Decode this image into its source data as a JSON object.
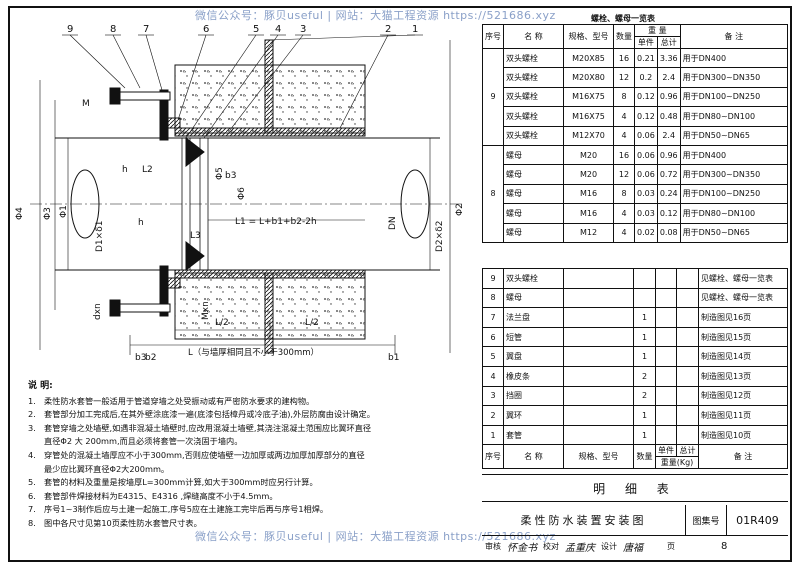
{
  "watermarks": {
    "top": "微信公众号：豚贝useful  |  网站：大猫工程资源  https://521686.xyz",
    "bottom": "微信公众号：豚贝useful  |  网站：大猫工程资源  https://521686.xyz"
  },
  "drawing": {
    "callouts": [
      "9",
      "8",
      "7",
      "6",
      "5",
      "4",
      "3",
      "2",
      "1"
    ],
    "labels": {
      "phi4": "Φ4",
      "phi3": "Φ3",
      "phi1": "Φ1",
      "phi2": "Φ2",
      "phi5": "Φ5",
      "phi6": "Φ6",
      "h": "h",
      "L2": "L2",
      "L3": "L3",
      "b3": "b3",
      "b2": "b2",
      "b1": "b1",
      "M": "M",
      "dxn": "dxn",
      "Mxn": "Mxn",
      "DN": "DN",
      "D1": "D1×δ1",
      "D2": "D2×δ2",
      "formula": "L1 = L+b1+b2-2h",
      "half_left": "L/2",
      "half_right": "L/2",
      "L_note": "L（与墙厚相同且不小于300mm）"
    }
  },
  "notes": {
    "title": "说  明:",
    "items": [
      {
        "n": "1.",
        "t": "柔性防水套管一般适用于管道穿墙之处受振动或有严密防水要求的建构物。"
      },
      {
        "n": "2.",
        "t": "套管部分加工完成后,在其外壁涂底漆一遍(底漆包括樟丹或冷底子油),外层防腐由设计确定。"
      },
      {
        "n": "3.",
        "t": "套管穿墙之处墙壁,如遇非混凝土墙壁时,应改用混凝土墙壁,其浇注混凝土范围应比翼环直径"
      },
      {
        "n": "",
        "t": "直径Φ2 大 200mm,而且必须将套管一次浇固于墙内。"
      },
      {
        "n": "4.",
        "t": "穿管处的混凝土墙厚应不小于300mm,否则应使墙壁一边加厚或两边加厚加厚部分的直径"
      },
      {
        "n": "",
        "t": "最少应比翼环直径Φ2大200mm。"
      },
      {
        "n": "5.",
        "t": "套管的材料及重量是按墙厚L=300mm计算,如大于300mm时应另行计算。"
      },
      {
        "n": "6.",
        "t": "套管部件焊接材料为E4315、E4316 ,焊缝高度不小于4.5mm。"
      },
      {
        "n": "7.",
        "t": "序号1~3制作后应与土建一起施工,序号5应在土建施工完毕后再与序号1相焊。"
      },
      {
        "n": "8.",
        "t": "图中各尺寸见第10页柔性防水套管尺寸表。"
      }
    ]
  },
  "bolt_table": {
    "title": "螺栓、螺母一览表",
    "headers": {
      "seq": "序号",
      "name": "名    称",
      "spec": "规格、型号",
      "qty": "数量",
      "weight": "重    量",
      "unit": "单件",
      "total": "总计",
      "remark": "备    注"
    },
    "group9": "9",
    "group8": "8",
    "rows": [
      [
        "双头螺栓",
        "M20X85",
        "16",
        "0.21",
        "3.36",
        "用于DN400"
      ],
      [
        "双头螺栓",
        "M20X80",
        "12",
        "0.2",
        "2.4",
        "用于DN300~DN350"
      ],
      [
        "双头螺栓",
        "M16X75",
        "8",
        "0.12",
        "0.96",
        "用于DN100~DN250"
      ],
      [
        "双头螺栓",
        "M16X75",
        "4",
        "0.12",
        "0.48",
        "用于DN80~DN100"
      ],
      [
        "双头螺栓",
        "M12X70",
        "4",
        "0.06",
        "2.4",
        "用于DN50~DN65"
      ],
      [
        "螺母",
        "M20",
        "16",
        "0.06",
        "0.96",
        "用于DN400"
      ],
      [
        "螺母",
        "M20",
        "12",
        "0.06",
        "0.72",
        "用于DN300~DN350"
      ],
      [
        "螺母",
        "M16",
        "8",
        "0.03",
        "0.24",
        "用于DN100~DN250"
      ],
      [
        "螺母",
        "M16",
        "4",
        "0.03",
        "0.12",
        "用于DN80~DN100"
      ],
      [
        "螺母",
        "M12",
        "4",
        "0.02",
        "0.08",
        "用于DN50~DN65"
      ]
    ]
  },
  "parts_table": {
    "rows": [
      [
        "9",
        "双头螺栓",
        "",
        "",
        "",
        "",
        "见螺栓、螺母一览表"
      ],
      [
        "8",
        "螺母",
        "",
        "",
        "",
        "",
        "见螺栓、螺母一览表"
      ],
      [
        "7",
        "法兰盘",
        "",
        "1",
        "",
        "",
        "制造图见16页"
      ],
      [
        "6",
        "短管",
        "",
        "1",
        "",
        "",
        "制造图见15页"
      ],
      [
        "5",
        "翼盘",
        "",
        "1",
        "",
        "",
        "制造图见14页"
      ],
      [
        "4",
        "橡皮条",
        "",
        "2",
        "",
        "",
        "制造图见13页"
      ],
      [
        "3",
        "挡圈",
        "",
        "2",
        "",
        "",
        "制造图见12页"
      ],
      [
        "2",
        "翼环",
        "",
        "1",
        "",
        "",
        "制造图见11页"
      ],
      [
        "1",
        "套管",
        "",
        "1",
        "",
        "",
        "制造图见10页"
      ]
    ],
    "headers": {
      "seq": "序号",
      "name": "名    称",
      "spec": "规格、型号",
      "qty": "数量",
      "unit": "单件",
      "total": "总计",
      "weight": "重量(Kg)",
      "remark": "备    注"
    }
  },
  "mingxi": "明  细  表",
  "title_block": {
    "title": "柔性防水装置安装图",
    "atlas_label": "图集号",
    "atlas_no": "01R409",
    "review": "审核",
    "proof": "校对",
    "design": "设计",
    "page_label": "页",
    "page_no": "8",
    "sig1": "怀金书",
    "sig2": "孟重庆",
    "sig3": "唐福"
  }
}
